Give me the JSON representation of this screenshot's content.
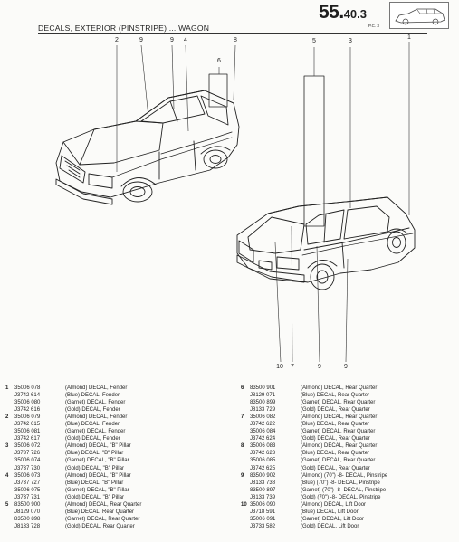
{
  "header": {
    "title": "DECALS, EXTERIOR (PINSTRIPE) ... WAGON",
    "page_major": "55.",
    "page_minor": "40.",
    "page_sub": "3",
    "page_ref": "P.C. 3"
  },
  "callouts_top": [
    "2",
    "9",
    "9",
    "4",
    "6",
    "8",
    "5",
    "3",
    "1"
  ],
  "callouts_bottom": [
    "10",
    "7",
    "9",
    "9"
  ],
  "parts_left": [
    {
      "n": "1",
      "part": "35006 078",
      "desc": "(Almond)  DECAL, Fender"
    },
    {
      "n": "",
      "part": "J3742 614",
      "desc": "(Blue)  DECAL, Fender"
    },
    {
      "n": "",
      "part": "35006 080",
      "desc": "(Garnet)  DECAL, Fender"
    },
    {
      "n": "",
      "part": "J3742 616",
      "desc": "(Gold)  DECAL, Fender"
    },
    {
      "n": "2",
      "part": "35006 079",
      "desc": "(Almond)  DECAL, Fender"
    },
    {
      "n": "",
      "part": "J3742 615",
      "desc": "(Blue)  DECAL, Fender"
    },
    {
      "n": "",
      "part": "35006 081",
      "desc": "(Garnet)  DECAL, Fender"
    },
    {
      "n": "",
      "part": "J3742 617",
      "desc": "(Gold)  DECAL, Fender"
    },
    {
      "n": "3",
      "part": "35006 072",
      "desc": "(Almond)  DECAL, \"B\" Pillar"
    },
    {
      "n": "",
      "part": "J3737 726",
      "desc": "(Blue)  DECAL, \"B\" Pillar"
    },
    {
      "n": "",
      "part": "35006 074",
      "desc": "(Garnet)  DECAL, \"B\" Pillar"
    },
    {
      "n": "",
      "part": "J3737 730",
      "desc": "(Gold)  DECAL, \"B\" Pillar"
    },
    {
      "n": "4",
      "part": "35006 073",
      "desc": "(Almond)  DECAL, \"B\" Pillar"
    },
    {
      "n": "",
      "part": "J3737 727",
      "desc": "(Blue)  DECAL, \"B\" Pillar"
    },
    {
      "n": "",
      "part": "35006 075",
      "desc": "(Garnet)  DECAL, \"B\" Pillar"
    },
    {
      "n": "",
      "part": "J3737 731",
      "desc": "(Gold)  DECAL, \"B\" Pillar"
    },
    {
      "n": "5",
      "part": "83500 900",
      "desc": "(Almond)  DECAL, Rear Quarter"
    },
    {
      "n": "",
      "part": "J8129 070",
      "desc": "(Blue)  DECAL, Rear Quarter"
    },
    {
      "n": "",
      "part": "83500 898",
      "desc": "(Garnet)  DECAL, Rear Quarter"
    },
    {
      "n": "",
      "part": "J8133 728",
      "desc": "(Gold)  DECAL, Rear Quarter"
    }
  ],
  "parts_right": [
    {
      "n": "6",
      "part": "83500 901",
      "desc": "(Almond)  DECAL, Rear Quarter"
    },
    {
      "n": "",
      "part": "J8129 071",
      "desc": "(Blue)  DECAL, Rear Quarter"
    },
    {
      "n": "",
      "part": "83500 899",
      "desc": "(Garnet)  DECAL, Rear Quarter"
    },
    {
      "n": "",
      "part": "J8133 729",
      "desc": "(Gold)  DECAL, Rear Quarter"
    },
    {
      "n": "7",
      "part": "35006 082",
      "desc": "(Almond)  DECAL, Rear Quarter"
    },
    {
      "n": "",
      "part": "J3742 622",
      "desc": "(Blue)  DECAL, Rear Quarter"
    },
    {
      "n": "",
      "part": "35006 084",
      "desc": "(Garnet)  DECAL, Rear Quarter"
    },
    {
      "n": "",
      "part": "J3742 624",
      "desc": "(Gold)  DECAL, Rear Quarter"
    },
    {
      "n": "8",
      "part": "35006 083",
      "desc": "(Almond)  DECAL, Rear Quarter"
    },
    {
      "n": "",
      "part": "J3742 623",
      "desc": "(Blue)  DECAL, Rear Quarter"
    },
    {
      "n": "",
      "part": "35006 085",
      "desc": "(Garnet)  DECAL, Rear Quarter"
    },
    {
      "n": "",
      "part": "J3742 625",
      "desc": "(Gold)  DECAL, Rear Quarter"
    },
    {
      "n": "9",
      "part": "83500 902",
      "desc": "(Almond) (70\")  -8-  DECAL, Pinstripe"
    },
    {
      "n": "",
      "part": "J8133 738",
      "desc": "(Blue) (70\")  -8-  DECAL, Pinstripe"
    },
    {
      "n": "",
      "part": "83500 897",
      "desc": "(Garnet) (70\")  -8-  DECAL, Pinstripe"
    },
    {
      "n": "",
      "part": "J8133 739",
      "desc": "(Gold) (70\")  -8-  DECAL, Pinstripe"
    },
    {
      "n": "10",
      "part": "35006 090",
      "desc": "(Almond)  DECAL, Lift Door"
    },
    {
      "n": "",
      "part": "J3718 591",
      "desc": "(Blue)  DECAL, Lift Door"
    },
    {
      "n": "",
      "part": "35006 091",
      "desc": "(Garnet)  DECAL, Lift Door"
    },
    {
      "n": "",
      "part": "J3733 582",
      "desc": "(Gold)  DECAL, Lift Door"
    }
  ]
}
